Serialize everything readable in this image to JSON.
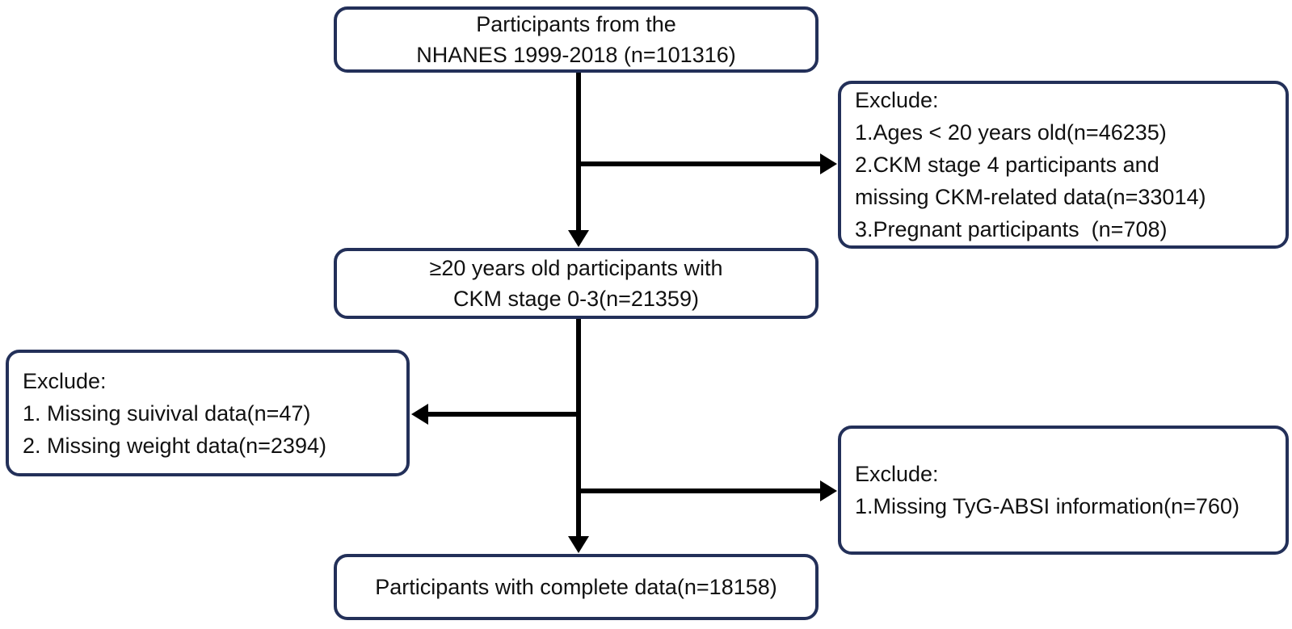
{
  "colors": {
    "box_border": "#233059",
    "arrow": "#000000",
    "text": "#111111",
    "background": "#ffffff"
  },
  "boxes": {
    "top": {
      "lines": [
        "Participants from the",
        "NHANES 1999-2018 (n=101316)"
      ]
    },
    "exclude_right_1": {
      "lines": [
        "Exclude:",
        "1.Ages < 20 years old(n=46235)",
        "2.CKM stage 4 participants and",
        "missing CKM-related data(n=33014)",
        "3.Pregnant participants  (n=708)"
      ]
    },
    "middle": {
      "lines": [
        "≥20 years old participants with",
        "CKM stage 0-3(n=21359)"
      ]
    },
    "exclude_left": {
      "lines": [
        "Exclude:",
        "1. Missing suivival data(n=47)",
        "2. Missing weight data(n=2394)"
      ]
    },
    "exclude_right_2": {
      "lines": [
        "Exclude:",
        "1.Missing TyG-ABSI information(n=760)"
      ]
    },
    "bottom": {
      "lines": [
        "Participants with complete data(n=18158)"
      ]
    }
  }
}
